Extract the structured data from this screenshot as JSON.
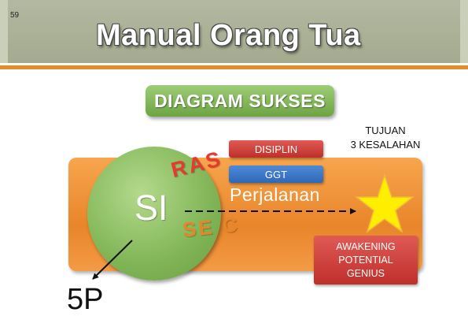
{
  "page_number": "59",
  "title": "Manual Orang Tua",
  "diagram_title": "DIAGRAM SUKSES",
  "tujuan": {
    "line1": "TUJUAN",
    "line2": "3 KESALAHAN"
  },
  "boxes": {
    "disiplin": "DISIPLIN",
    "ggt": "GGT"
  },
  "awakening": {
    "line1": "AWAKENING",
    "line2": "POTENTIAL",
    "line3": "GENIUS"
  },
  "circle_text": {
    "ras": "RAS",
    "si": "SI",
    "sec": "SE C"
  },
  "journey_label": "Perjalanan",
  "bottom_label": "5P",
  "colors": {
    "header": "#a8ae93",
    "accent_orange": "#e9852a",
    "green": "#80b556",
    "red": "#c9403c",
    "blue": "#3b75c4",
    "star": "#ffee00"
  }
}
